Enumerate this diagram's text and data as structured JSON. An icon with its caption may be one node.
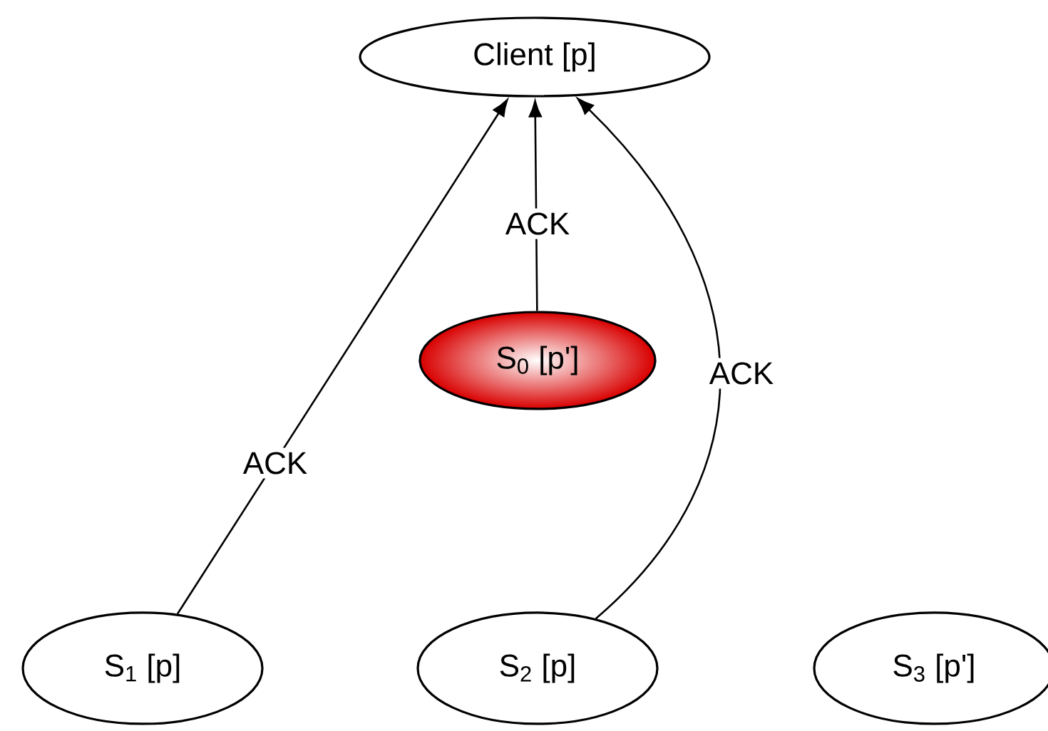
{
  "diagram": {
    "nodes": [
      {
        "text": [
          "Client [p]"
        ]
      },
      {
        "text": [
          "S$_{0}$ [p']"
        ]
      },
      {
        "text": [
          "S$_{1}$ [p]"
        ]
      },
      {
        "text": [
          "S$_{2}$ [p]"
        ]
      },
      {
        "text": [
          "S$_{3}$ [p']"
        ]
      }
    ],
    "edges": [
      {
        "from": 2,
        "to": 0,
        "arrow": "to",
        "label": "ACK"
      },
      {
        "from": 1,
        "to": 0,
        "arrow": "to",
        "label": "ACK"
      },
      {
        "from": 3,
        "to": 0,
        "arrow": "to",
        "label": "ACK"
      }
    ]
  }
}
